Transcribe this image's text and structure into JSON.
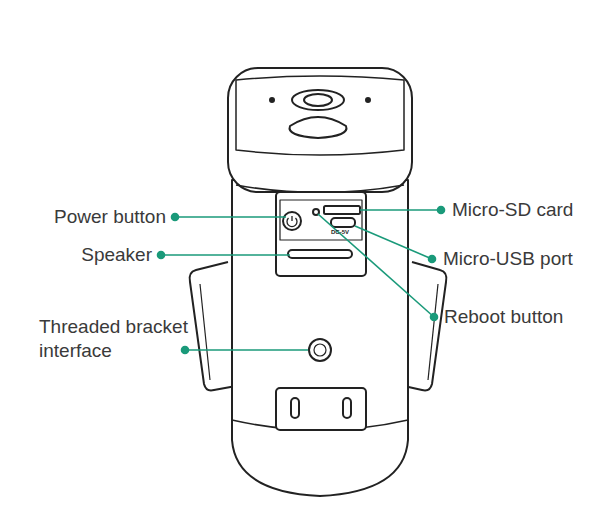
{
  "diagram": {
    "labels": [
      "Power button",
      "Speaker",
      "Threaded bracket interface",
      "Micro-SD card",
      "Micro-USB port",
      "Reboot button",
      "DC-5V"
    ]
  }
}
